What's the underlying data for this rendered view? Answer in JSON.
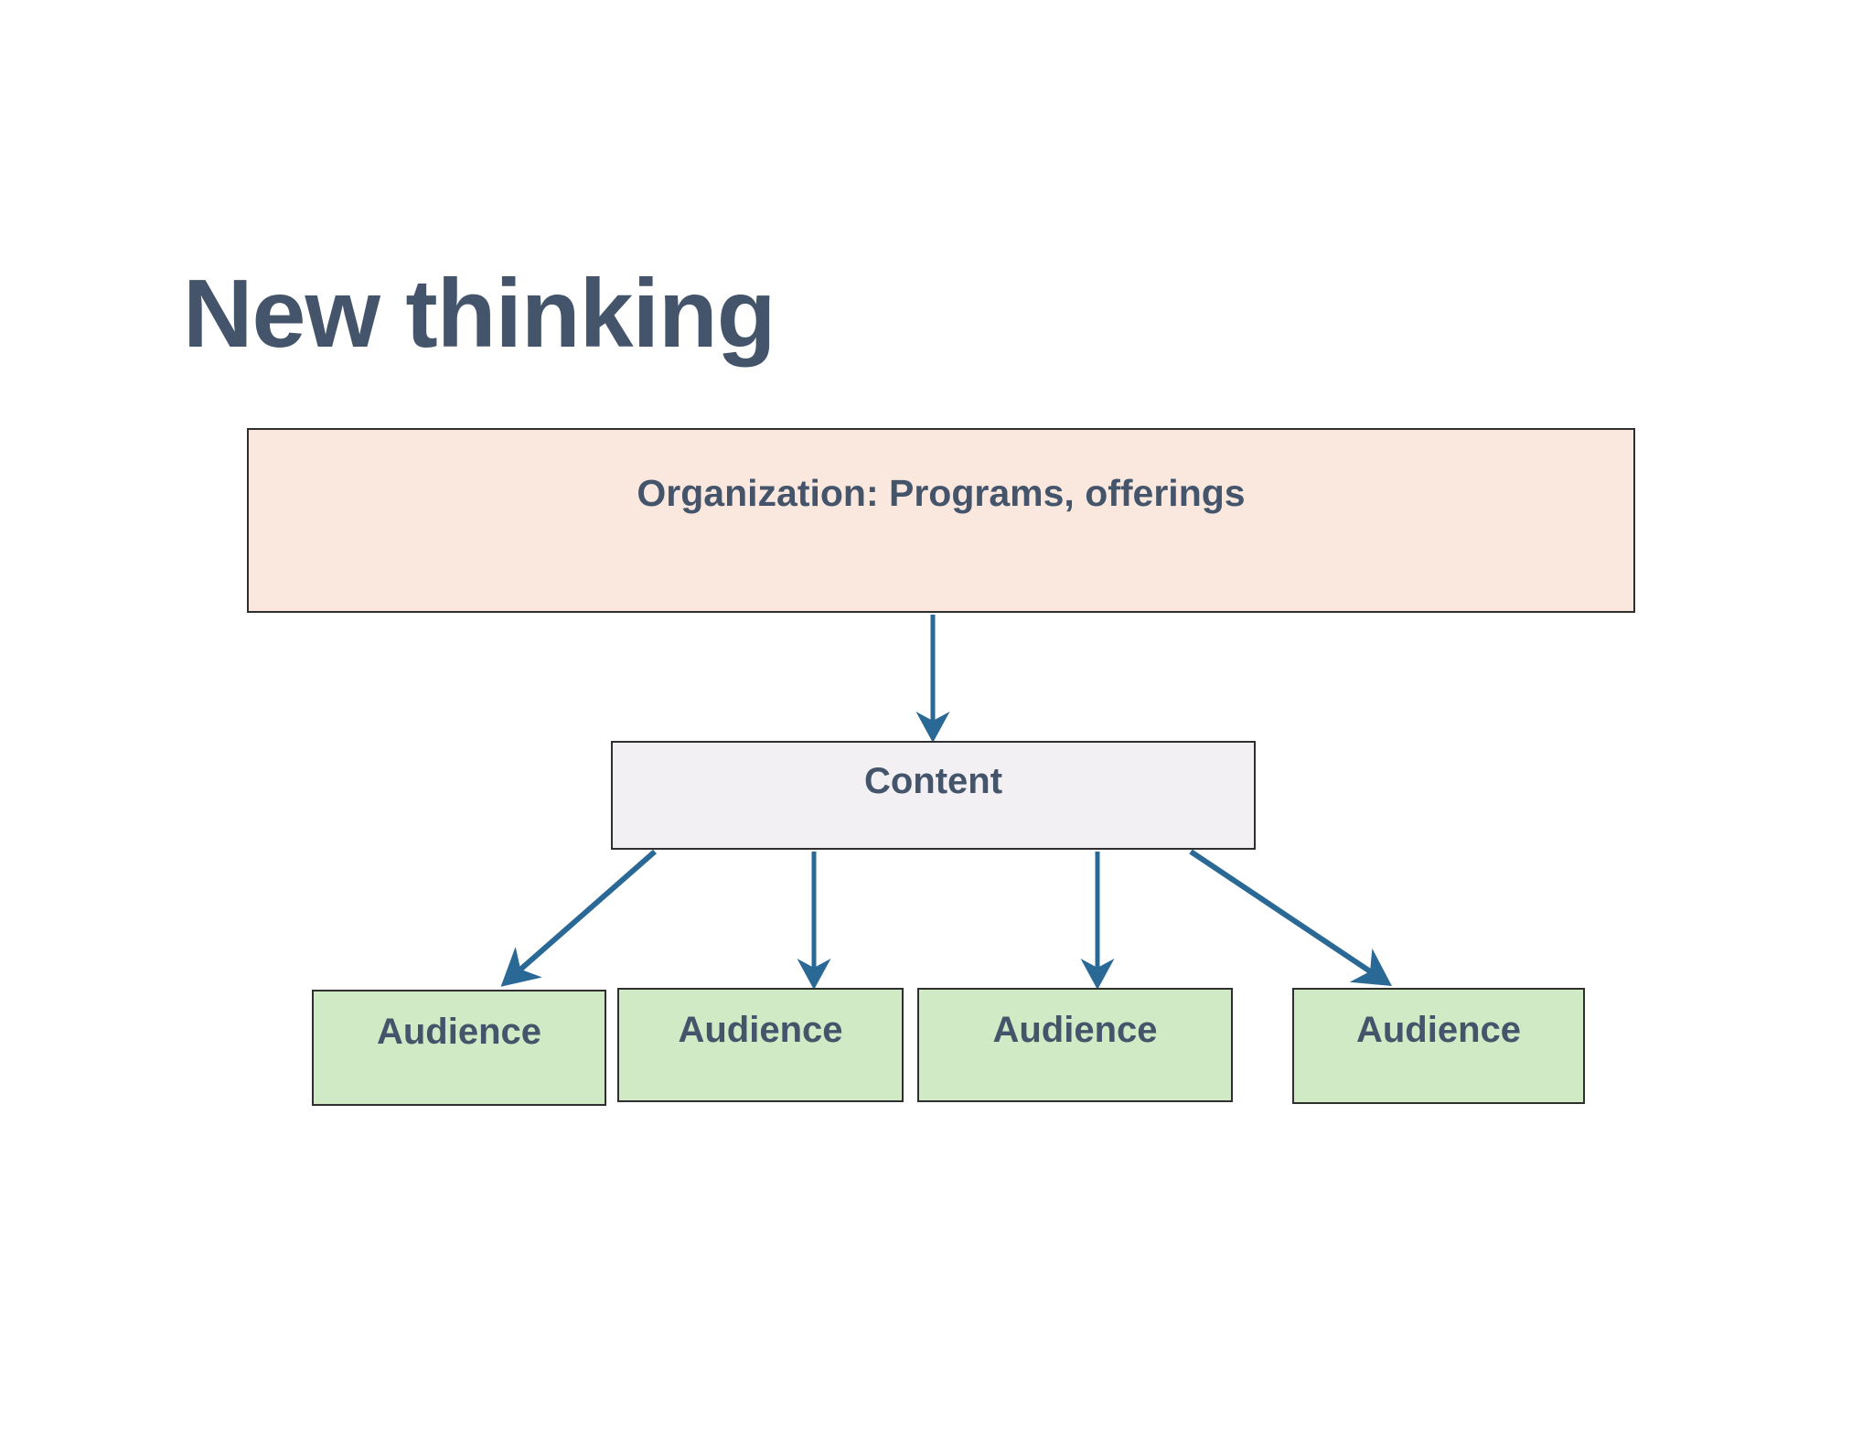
{
  "slide": {
    "title": "New thinking",
    "background_color": "#ffffff",
    "title_color": "#44546a"
  },
  "diagram": {
    "type": "hierarchy-flowchart",
    "connector_color": "#2a6896",
    "border_color": "#2f2f2f",
    "nodes": {
      "organization": {
        "label": "Organization: Programs, offerings",
        "fill_color": "#fae8de",
        "text_color": "#44546a",
        "level": 1
      },
      "content": {
        "label": "Content",
        "fill_color": "#f2f0f3",
        "text_color": "#44546a",
        "level": 2
      },
      "audiences": [
        {
          "label": "Audience",
          "fill_color": "#cfeac4",
          "text_color": "#44546a",
          "level": 3
        },
        {
          "label": "Audience",
          "fill_color": "#cfeac4",
          "text_color": "#44546a",
          "level": 3
        },
        {
          "label": "Audience",
          "fill_color": "#cfeac4",
          "text_color": "#44546a",
          "level": 3
        },
        {
          "label": "Audience",
          "fill_color": "#cfeac4",
          "text_color": "#44546a",
          "level": 3
        }
      ]
    },
    "connectors": [
      {
        "from": "organization",
        "to": "content",
        "style": "arrow-down"
      },
      {
        "from": "content",
        "to": "audience-1",
        "style": "arrow-diagonal-left"
      },
      {
        "from": "content",
        "to": "audience-2",
        "style": "arrow-down"
      },
      {
        "from": "content",
        "to": "audience-3",
        "style": "arrow-down"
      },
      {
        "from": "content",
        "to": "audience-4",
        "style": "arrow-diagonal-right"
      }
    ]
  }
}
